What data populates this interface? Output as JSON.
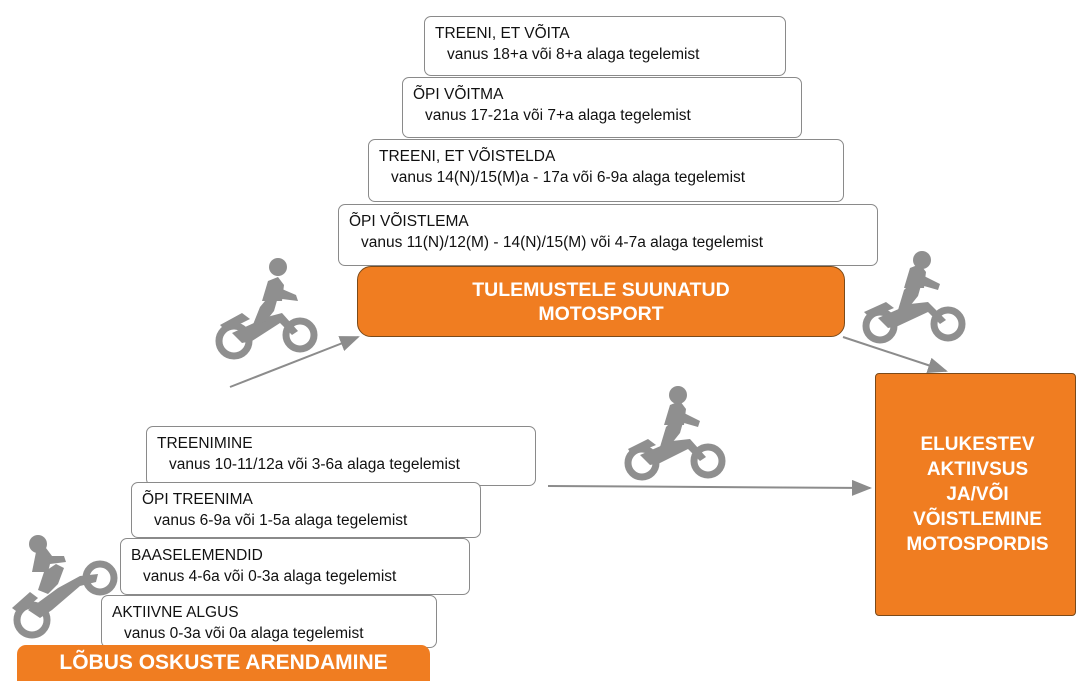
{
  "top_levels": [
    {
      "title": "TREENI, ET VÕITA",
      "subtitle": "vanus 18+a või 8+a alaga tegelemist"
    },
    {
      "title": "ÕPI VÕITMA",
      "subtitle": "vanus 17-21a või 7+a alaga tegelemist"
    },
    {
      "title": "TREENI, ET VÕISTELDA",
      "subtitle": "vanus 14(N)/15(M)a - 17a või 6-9a alaga tegelemist"
    },
    {
      "title": "ÕPI VÕISTLEMA",
      "subtitle": "vanus 11(N)/12(M) - 14(N)/15(M) või 4-7a alaga tegelemist"
    }
  ],
  "results_box": {
    "line1": "TULEMUSTELE SUUNATUD",
    "line2": "MOTOSPORT"
  },
  "bottom_levels": [
    {
      "title": "TREENIMINE",
      "subtitle": "vanus 10-11/12a või 3-6a alaga tegelemist"
    },
    {
      "title": "ÕPI TREENIMA",
      "subtitle": "vanus 6-9a või 1-5a alaga tegelemist"
    },
    {
      "title": "BAASELEMENDID",
      "subtitle": "vanus 4-6a või 0-3a alaga tegelemist"
    },
    {
      "title": "AKTIIVNE ALGUS",
      "subtitle": "vanus 0-3a või 0a alaga tegelemist"
    }
  ],
  "fun_box": {
    "label": "LÕBUS OSKUSTE ARENDAMINE"
  },
  "lifelong_box": {
    "lines": [
      "ELUKESTEV",
      "AKTIIVSUS",
      "JA/VÕI",
      "VÕISTLEMINE",
      "MOTOSPORDIS"
    ]
  },
  "colors": {
    "accent": "#f07d21",
    "border": "#8a8a8a",
    "arrow": "#8c8c8c",
    "rider": "#8f8f8f"
  },
  "icons": [
    "motorcycle-rider-icon"
  ]
}
